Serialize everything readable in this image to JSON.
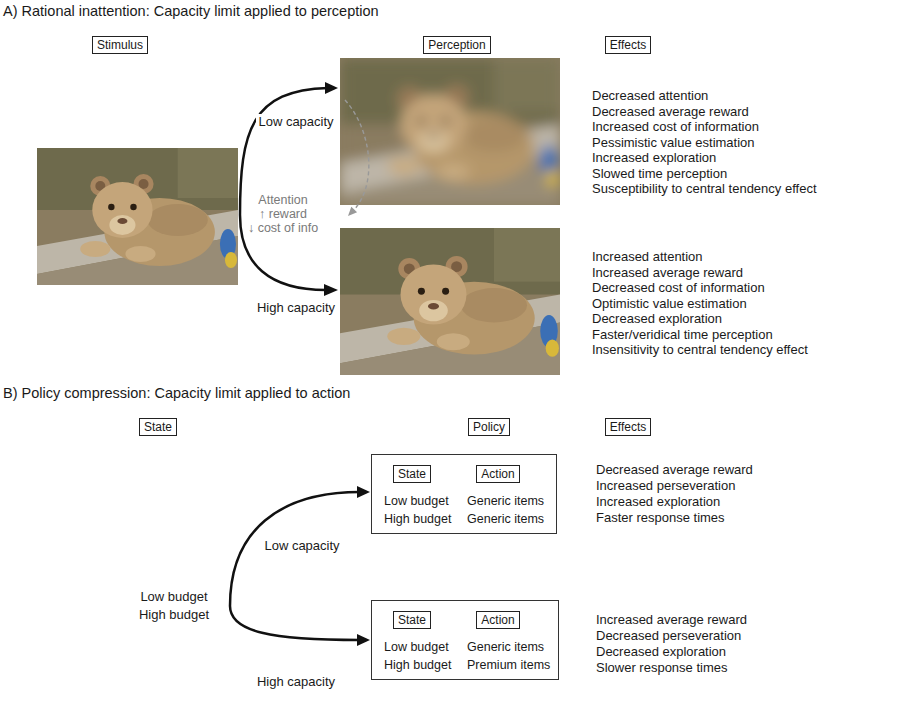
{
  "diagram": {
    "nodes": [
      {
        "text": [
          "Stimulus"
        ]
      },
      {
        "text": [
          "Perception"
        ]
      },
      {
        "text": [
          "Effects"
        ]
      },
      {
        "text": [
          "State"
        ]
      },
      {
        "text": [
          "Policy"
        ]
      },
      {
        "text": [
          "Effects"
        ]
      },
      {
        "text": [
          "Low budget",
          "Generic items",
          "High budget",
          "Generic items"
        ]
      },
      {
        "text": [
          "State"
        ],
        "in": 6
      },
      {
        "text": [
          "Action"
        ],
        "in": 6
      },
      {
        "text": [
          "Low budget",
          "Generic items",
          "High budget",
          "Premium items"
        ]
      },
      {
        "text": [
          "State"
        ],
        "in": 9
      },
      {
        "text": [
          "Action"
        ],
        "in": 9
      }
    ],
    "labels": [
      "A) Rational inattention: Capacity limit applied to perception",
      "Low capacity",
      "High capacity",
      "Attention",
      "↑ reward",
      "↓ cost of info",
      "Decreased attention",
      "Decreased average reward",
      "Increased cost of information",
      "Pessimistic value estimation",
      "Increased exploration",
      "Slowed time perception",
      "Susceptibility to central tendency effect",
      "Increased attention",
      "Increased average reward",
      "Decreased cost of information",
      "Optimistic value estimation",
      "Decreased exploration",
      "Faster/veridical time perception",
      "Insensitivity to central tendency effect",
      "B) Policy compression: Capacity limit applied to action",
      "Low budget",
      "High budget",
      "Low capacity",
      "High capacity",
      "Decreased average reward",
      "Increased perseveration",
      "Increased exploration",
      "Faster response times",
      "Increased average reward",
      "Decreased perseveration",
      "Decreased exploration",
      "Slower response times"
    ]
  }
}
